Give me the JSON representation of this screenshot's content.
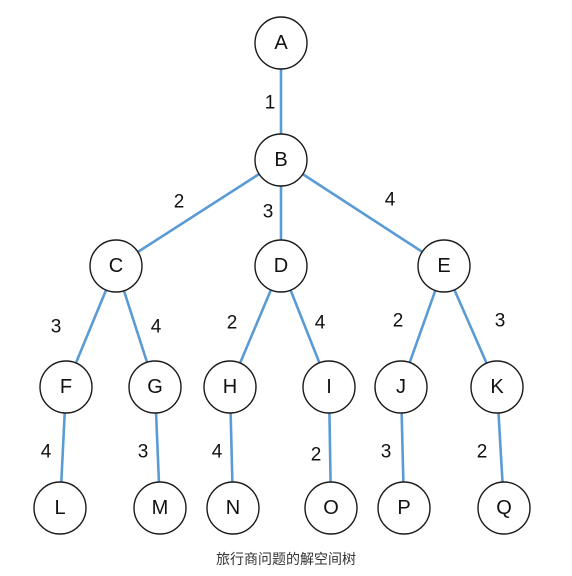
{
  "caption": "旅行商问题的解空间树",
  "colors": {
    "edge": "#5b9bd5",
    "node_stroke": "#1a1a1a",
    "text": "#111111"
  },
  "tree": {
    "nodes": [
      "A",
      "B",
      "C",
      "D",
      "E",
      "F",
      "G",
      "H",
      "I",
      "J",
      "K",
      "L",
      "M",
      "N",
      "O",
      "P",
      "Q"
    ],
    "edges": [
      {
        "from": "A",
        "to": "B",
        "weight": "1"
      },
      {
        "from": "B",
        "to": "C",
        "weight": "2"
      },
      {
        "from": "B",
        "to": "D",
        "weight": "3"
      },
      {
        "from": "B",
        "to": "E",
        "weight": "4"
      },
      {
        "from": "C",
        "to": "F",
        "weight": "3"
      },
      {
        "from": "C",
        "to": "G",
        "weight": "4"
      },
      {
        "from": "D",
        "to": "H",
        "weight": "2"
      },
      {
        "from": "D",
        "to": "I",
        "weight": "4"
      },
      {
        "from": "E",
        "to": "J",
        "weight": "2"
      },
      {
        "from": "E",
        "to": "K",
        "weight": "3"
      },
      {
        "from": "F",
        "to": "L",
        "weight": "4"
      },
      {
        "from": "G",
        "to": "M",
        "weight": "3"
      },
      {
        "from": "H",
        "to": "N",
        "weight": "4"
      },
      {
        "from": "I",
        "to": "O",
        "weight": "2"
      },
      {
        "from": "J",
        "to": "P",
        "weight": "3"
      },
      {
        "from": "K",
        "to": "Q",
        "weight": "2"
      }
    ]
  }
}
